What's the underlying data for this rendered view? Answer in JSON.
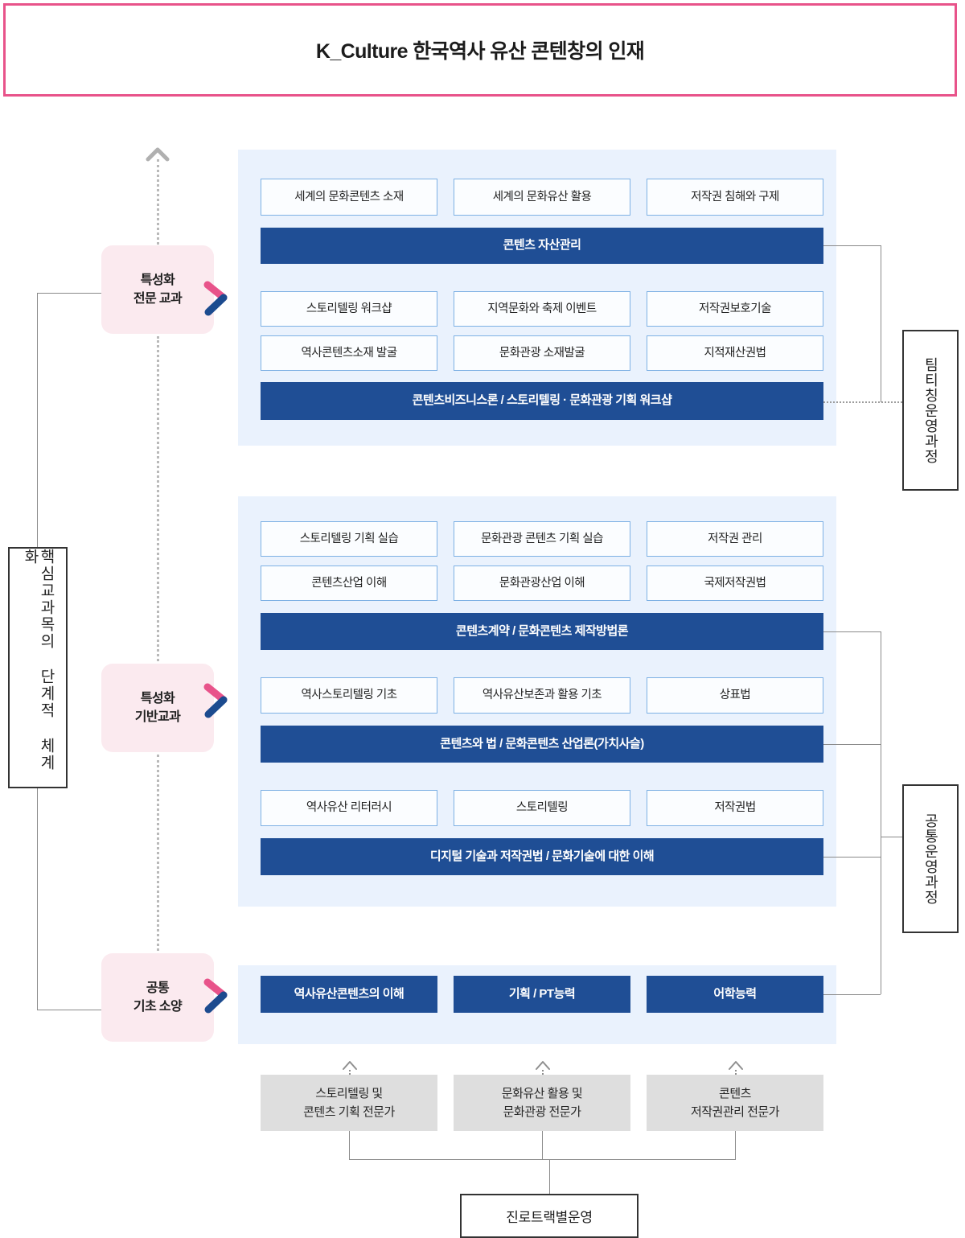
{
  "header": {
    "title": "K_Culture 한국역사 유산 콘텐창의 인재",
    "border_color": "#e8538a"
  },
  "colors": {
    "panel_bg": "#eaf2fd",
    "bar_blue": "#1f4e95",
    "cell_border": "#7eb1e4",
    "stage_pink": "#fbeaef",
    "expert_gray": "#dedede",
    "chevron_pink": "#e8538a",
    "chevron_blue": "#1c4b8f",
    "connector_gray": "#8a8a8a"
  },
  "left_axis": {
    "label": "핵심교과목의 단계적 체계화"
  },
  "stages": [
    {
      "name": "stage-specialized-professional",
      "label_line1": "특성화",
      "label_line2": "전문 교과"
    },
    {
      "name": "stage-specialized-foundation",
      "label_line1": "특성화",
      "label_line2": "기반교과"
    },
    {
      "name": "stage-common-basic",
      "label_line1": "공통",
      "label_line2": "기초 소양"
    }
  ],
  "right_tracks": [
    {
      "name": "team-teaching-track",
      "label": "팀티칭운영과정"
    },
    {
      "name": "common-operation-track",
      "label": "공통운영과정"
    }
  ],
  "panel_1": {
    "rows": [
      {
        "type": "white",
        "cells": [
          "세계의 문화콘텐츠 소재",
          "세계의 문화유산 활용",
          "저작권 침해와 구제"
        ]
      },
      {
        "type": "bar",
        "cells": [
          "콘텐츠 자산관리"
        ]
      },
      {
        "type": "white",
        "cells": [
          "스토리텔링 워크샵",
          "지역문화와 축제 이벤트",
          "저작권보호기술"
        ]
      },
      {
        "type": "white",
        "cells": [
          "역사콘텐츠소재 발굴",
          "문화관광 소재발굴",
          "지적재산권법"
        ]
      },
      {
        "type": "bar",
        "cells": [
          "콘텐츠비즈니스론 / 스토리텔링 · 문화관광 기획 워크샵"
        ]
      }
    ]
  },
  "panel_2": {
    "rows": [
      {
        "type": "white",
        "cells": [
          "스토리텔링 기획 실습",
          "문화관광 콘텐츠 기획 실습",
          "저작권 관리"
        ]
      },
      {
        "type": "white",
        "cells": [
          "콘텐츠산업 이해",
          "문화관광산업 이해",
          "국제저작권법"
        ]
      },
      {
        "type": "bar",
        "cells": [
          "콘텐츠계약 / 문화콘텐츠 제작방법론"
        ]
      },
      {
        "type": "white",
        "cells": [
          "역사스토리텔링 기초",
          "역사유산보존과 활용 기초",
          "상표법"
        ]
      },
      {
        "type": "bar",
        "cells": [
          "콘텐츠와 법 / 문화콘텐츠 산업론(가치사슬)"
        ]
      },
      {
        "type": "white",
        "cells": [
          "역사유산 리터러시",
          "스토리텔링",
          "저작권법"
        ]
      },
      {
        "type": "bar",
        "cells": [
          "디지털 기술과 저작권법 / 문화기술에 대한 이해"
        ]
      }
    ]
  },
  "panel_3": {
    "rows": [
      {
        "type": "bar",
        "cells": [
          "역사유산콘텐츠의 이해",
          "기획 / PT능력",
          "어학능력"
        ]
      }
    ]
  },
  "experts": [
    {
      "name": "expert-storytelling-content-planning",
      "line1": "스토리텔링 및",
      "line2": "콘텐츠 기획 전문가"
    },
    {
      "name": "expert-heritage-tourism",
      "line1": "문화유산 활용 및",
      "line2": "문화관광 전문가"
    },
    {
      "name": "expert-content-copyright",
      "line1": "콘텐츠",
      "line2": "저작권관리 전문가"
    }
  ],
  "final": {
    "label": "진로트랙별운영"
  }
}
